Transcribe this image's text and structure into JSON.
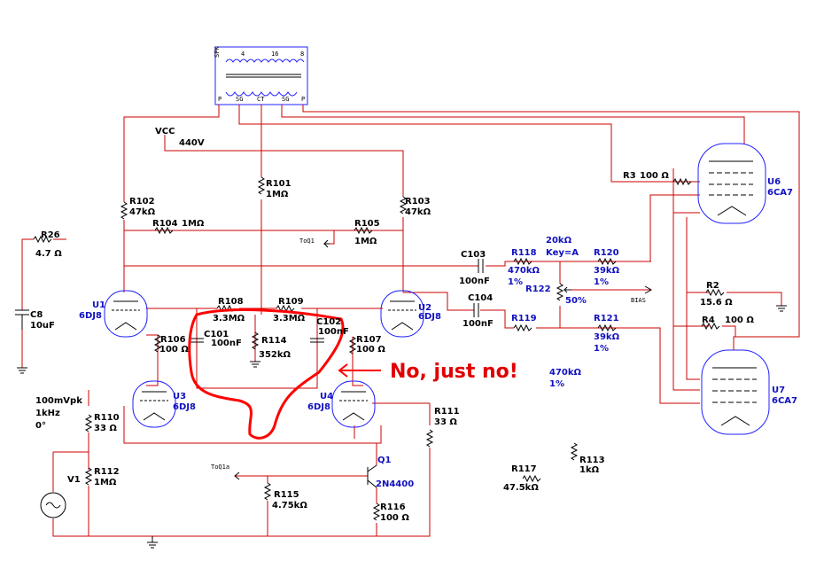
{
  "components": {
    "vcc": {
      "name": "VCC",
      "value": "440V"
    },
    "R26": {
      "name": "R26",
      "value": "4.7 Ω"
    },
    "C8": {
      "name": "C8",
      "value": "10uF"
    },
    "R102": {
      "name": "R102",
      "value": "47kΩ"
    },
    "R101": {
      "name": "R101",
      "value": "1MΩ"
    },
    "R103": {
      "name": "R103",
      "value": "47kΩ"
    },
    "R104": {
      "name": "R104",
      "value": "1MΩ"
    },
    "R105": {
      "name": "R105",
      "value": "1MΩ"
    },
    "toq1": "ToQ1",
    "toq1a": "ToQ1a",
    "U1": {
      "name": "U1",
      "value": "6DJ8"
    },
    "U2": {
      "name": "U2",
      "value": "6DJ8"
    },
    "U3": {
      "name": "U3",
      "value": "6DJ8"
    },
    "U4": {
      "name": "U4",
      "value": "6DJ8"
    },
    "U6": {
      "name": "U6",
      "value": "6CA7"
    },
    "U7": {
      "name": "U7",
      "value": "6CA7"
    },
    "R108": {
      "name": "R108",
      "value": "3.3MΩ"
    },
    "R109": {
      "name": "R109",
      "value": "3.3MΩ"
    },
    "C101": {
      "name": "C101",
      "value": "100nF"
    },
    "C102": {
      "name": "C102",
      "value": "100nF"
    },
    "R114": {
      "name": "R114",
      "value": "352kΩ"
    },
    "R106": {
      "name": "R106",
      "value": "100 Ω"
    },
    "R107": {
      "name": "R107",
      "value": "100 Ω"
    },
    "C103": {
      "name": "C103",
      "value": "100nF"
    },
    "C104": {
      "name": "C104",
      "value": "100nF"
    },
    "R118": {
      "name": "R118",
      "value": "470kΩ",
      "tol": "1%"
    },
    "R119": {
      "name": "R119",
      "value": "470kΩ",
      "tol": "1%"
    },
    "R120": {
      "name": "R120",
      "value": "39kΩ",
      "tol": "1%"
    },
    "R121": {
      "name": "R121",
      "value": "39kΩ",
      "tol": "1%"
    },
    "R122": {
      "name": "R122",
      "value": "20kΩ",
      "key": "Key=A",
      "pct": "50%"
    },
    "bias": "BIAS",
    "R3": {
      "name": "R3",
      "value": "100 Ω"
    },
    "R2": {
      "name": "R2",
      "value": "15.6 Ω"
    },
    "R4": {
      "name": "R4",
      "value": "100 Ω"
    },
    "V1": {
      "name": "V1",
      "amp": "100mVpk",
      "freq": "1kHz",
      "phase": "0°"
    },
    "R110": {
      "name": "R110",
      "value": "33 Ω"
    },
    "R112": {
      "name": "R112",
      "value": "1MΩ"
    },
    "R111": {
      "name": "R111",
      "value": "33 Ω"
    },
    "Q1": {
      "name": "Q1",
      "value": "2N4400"
    },
    "R115": {
      "name": "R115",
      "value": "4.75kΩ"
    },
    "R116": {
      "name": "R116",
      "value": "100 Ω"
    },
    "R117": {
      "name": "R117",
      "value": "47.5kΩ"
    },
    "R113": {
      "name": "R113",
      "value": "1kΩ"
    }
  },
  "annotation": "No, just no!",
  "colors": {
    "wire": "#cc0000",
    "part": "#000000",
    "tube": "#2020ff",
    "label_blue": "#1010c0",
    "annotation": "#e00000"
  }
}
